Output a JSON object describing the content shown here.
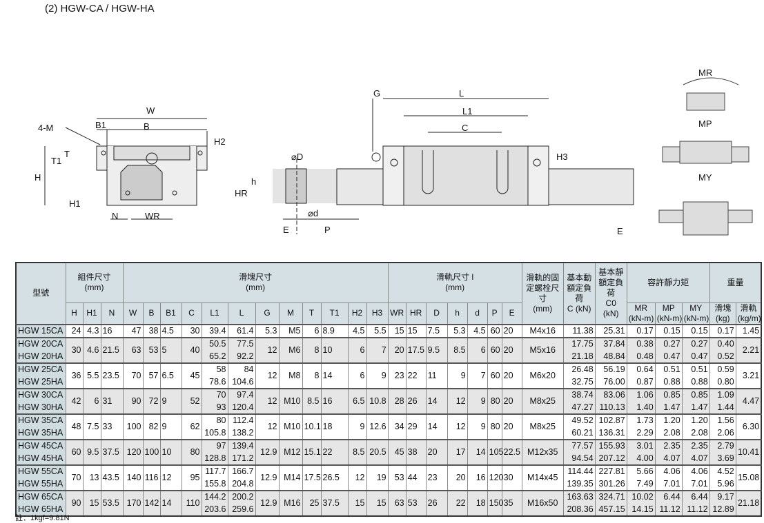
{
  "title": "(2) HGW-CA / HGW-HA",
  "note": "註：1kgf=9.81N",
  "diagram_labels": {
    "w": "W",
    "b": "B",
    "b1": "B1",
    "m4": "4-M",
    "t1": "T1",
    "t": "T",
    "h": "H",
    "h1": "H1",
    "h2": "H2",
    "n": "N",
    "wr": "WR",
    "phd": "⌀D",
    "hh": "h",
    "hr": "HR",
    "phid": "⌀d",
    "e": "E",
    "p": "P",
    "g": "G",
    "l": "L",
    "l1": "L1",
    "c": "C",
    "h3": "H3",
    "e2": "E",
    "mr": "MR",
    "mp": "MP",
    "my": "MY"
  },
  "table": {
    "header": {
      "model": "型號",
      "assembly": "組件尺寸",
      "assembly_unit": "(mm)",
      "block": "滑塊尺寸",
      "block_unit": "(mm)",
      "rail": "滑軌尺寸 l",
      "rail_unit": "(mm)",
      "bolt": "滑軌的固定螺栓尺寸",
      "bolt_unit": "(mm)",
      "dyn": "基本動額定負荷",
      "dyn_unit": "C (kN)",
      "stat": "基本靜額定負荷",
      "stat_unit": "C0 (kN)",
      "moment": "容許靜力矩",
      "weight": "重量",
      "mr": "MR",
      "mp": "MP",
      "my": "MY",
      "moment_unit": "(kN-m)",
      "w_block": "滑塊",
      "w_block_unit": "(kg)",
      "w_rail": "滑軌",
      "w_rail_unit": "(kg/m)",
      "cols": [
        "H",
        "H1",
        "N",
        "W",
        "B",
        "B1",
        "C",
        "L1",
        "L",
        "G",
        "M",
        "T",
        "T1",
        "H2",
        "H3",
        "WR",
        "HR",
        "D",
        "h",
        "d",
        "P",
        "E"
      ]
    },
    "rows": [
      {
        "models": [
          "HGW 15CA"
        ],
        "v": [
          "24",
          "4.3",
          "16",
          "47",
          "38",
          "4.5",
          "30",
          "39.4",
          "61.4",
          "5.3",
          "M5",
          "6",
          "8.9",
          "4.5",
          "5.5",
          "15",
          "15",
          "7.5",
          "5.3",
          "4.5",
          "60",
          "20",
          "M4x16",
          "11.38",
          "25.31",
          "0.17",
          "0.15",
          "0.15",
          "0.17",
          "1.45"
        ]
      },
      {
        "models": [
          "HGW 20CA",
          "HGW 20HA"
        ],
        "v": [
          "30",
          "4.6",
          "21.5",
          "63",
          "53",
          "5",
          "40",
          [
            "50.5",
            "65.2"
          ],
          [
            "77.5",
            "92.2"
          ],
          "12",
          "M6",
          "8",
          "10",
          "6",
          "7",
          "20",
          "17.5",
          "9.5",
          "8.5",
          "6",
          "60",
          "20",
          "M5x16",
          [
            "17.75",
            "21.18"
          ],
          [
            "37.84",
            "48.84"
          ],
          [
            "0.38",
            "0.48"
          ],
          [
            "0.27",
            "0.47"
          ],
          [
            "0.27",
            "0.47"
          ],
          [
            "0.40",
            "0.52"
          ],
          "2.21"
        ]
      },
      {
        "models": [
          "HGW 25CA",
          "HGW 25HA"
        ],
        "v": [
          "36",
          "5.5",
          "23.5",
          "70",
          "57",
          "6.5",
          "45",
          [
            "58",
            "78.6"
          ],
          [
            "84",
            "104.6"
          ],
          "12",
          "M8",
          "8",
          "14",
          "6",
          "9",
          "23",
          "22",
          "11",
          "9",
          "7",
          "60",
          "20",
          "M6x20",
          [
            "26.48",
            "32.75"
          ],
          [
            "56.19",
            "76.00"
          ],
          [
            "0.64",
            "0.87"
          ],
          [
            "0.51",
            "0.88"
          ],
          [
            "0.51",
            "0.88"
          ],
          [
            "0.59",
            "0.80"
          ],
          "3.21"
        ]
      },
      {
        "models": [
          "HGW 30CA",
          "HGW 30HA"
        ],
        "v": [
          "42",
          "6",
          "31",
          "90",
          "72",
          "9",
          "52",
          [
            "70",
            "93"
          ],
          [
            "97.4",
            "120.4"
          ],
          "12",
          "M10",
          "8.5",
          "16",
          "6.5",
          "10.8",
          "28",
          "26",
          "14",
          "12",
          "9",
          "80",
          "20",
          "M8x25",
          [
            "38.74",
            "47.27"
          ],
          [
            "83.06",
            "110.13"
          ],
          [
            "1.06",
            "1.40"
          ],
          [
            "0.85",
            "1.47"
          ],
          [
            "0.85",
            "1.47"
          ],
          [
            "1.09",
            "1.44"
          ],
          "4.47"
        ]
      },
      {
        "models": [
          "HGW 35CA",
          "HGW 35HA"
        ],
        "v": [
          "48",
          "7.5",
          "33",
          "100",
          "82",
          "9",
          "62",
          [
            "80",
            "105.8"
          ],
          [
            "112.4",
            "138.2"
          ],
          "12",
          "M10",
          "10.1",
          "18",
          "9",
          "12.6",
          "34",
          "29",
          "14",
          "12",
          "9",
          "80",
          "20",
          "M8x25",
          [
            "49.52",
            "60.21"
          ],
          [
            "102.87",
            "136.31"
          ],
          [
            "1.73",
            "2.29"
          ],
          [
            "1.20",
            "2.08"
          ],
          [
            "1.20",
            "2.08"
          ],
          [
            "1.56",
            "2.06"
          ],
          "6.30"
        ]
      },
      {
        "models": [
          "HGW 45CA",
          "HGW 45HA"
        ],
        "v": [
          "60",
          "9.5",
          "37.5",
          "120",
          "100",
          "10",
          "80",
          [
            "97",
            "128.8"
          ],
          [
            "139.4",
            "171.2"
          ],
          "12.9",
          "M12",
          "15.1",
          "22",
          "8.5",
          "20.5",
          "45",
          "38",
          "20",
          "17",
          "14",
          "105",
          "22.5",
          "M12x35",
          [
            "77.57",
            "94.54"
          ],
          [
            "155.93",
            "207.12"
          ],
          [
            "3.01",
            "4.00"
          ],
          [
            "2.35",
            "4.07"
          ],
          [
            "2.35",
            "4.07"
          ],
          [
            "2.79",
            "3.69"
          ],
          "10.41"
        ]
      },
      {
        "models": [
          "HGW 55CA",
          "HGW 55HA"
        ],
        "v": [
          "70",
          "13",
          "43.5",
          "140",
          "116",
          "12",
          "95",
          [
            "117.7",
            "155.8"
          ],
          [
            "166.7",
            "204.8"
          ],
          "12.9",
          "M14",
          "17.5",
          "26.5",
          "12",
          "19",
          "53",
          "44",
          "23",
          "20",
          "16",
          "120",
          "30",
          "M14x45",
          [
            "114.44",
            "139.35"
          ],
          [
            "227.81",
            "301.26"
          ],
          [
            "5.66",
            "7.49"
          ],
          [
            "4.06",
            "7.01"
          ],
          [
            "4.06",
            "7.01"
          ],
          [
            "4.52",
            "5.96"
          ],
          "15.08"
        ]
      },
      {
        "models": [
          "HGW 65CA",
          "HGW 65HA"
        ],
        "v": [
          "90",
          "15",
          "53.5",
          "170",
          "142",
          "14",
          "110",
          [
            "144.2",
            "203.6"
          ],
          [
            "200.2",
            "259.6"
          ],
          "12.9",
          "M16",
          "25",
          "37.5",
          "15",
          "15",
          "63",
          "53",
          "26",
          "22",
          "18",
          "150",
          "35",
          "M16x50",
          [
            "163.63",
            "208.36"
          ],
          [
            "324.71",
            "457.15"
          ],
          [
            "10.02",
            "14.15"
          ],
          [
            "6.44",
            "11.12"
          ],
          [
            "6.44",
            "11.12"
          ],
          [
            "9.17",
            "12.89"
          ],
          "21.18"
        ]
      }
    ]
  }
}
